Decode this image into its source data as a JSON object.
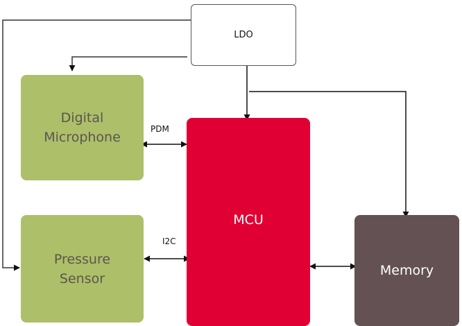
{
  "diagram": {
    "blocks": {
      "ldo": {
        "label": "LDO"
      },
      "digital_microphone": {
        "line1": "Digital",
        "line2": "Microphone"
      },
      "pressure_sensor": {
        "line1": "Pressure",
        "line2": "Sensor"
      },
      "mcu": {
        "label": "MCU"
      },
      "memory": {
        "label": "Memory"
      }
    },
    "connections": {
      "pdm": {
        "label": "PDM",
        "from": "Digital Microphone",
        "to": "MCU",
        "bidirectional": true
      },
      "i2c": {
        "label": "I2C",
        "from": "Pressure Sensor",
        "to": "MCU",
        "bidirectional": true
      },
      "mcu_memory": {
        "label": "",
        "from": "MCU",
        "to": "Memory",
        "bidirectional": true
      },
      "ldo_to_mcu": {
        "from": "LDO",
        "to": "MCU"
      },
      "ldo_to_memory": {
        "from": "LDO",
        "to": "Memory"
      },
      "ldo_to_mic": {
        "from": "LDO",
        "to": "Digital Microphone"
      },
      "ldo_to_pressure": {
        "from": "LDO",
        "to": "Pressure Sensor"
      }
    },
    "colors": {
      "sensor_block": "#adbf69",
      "mcu_block": "#e10034",
      "memory_block": "#635154",
      "ldo_border": "#555555",
      "wire": "#111111"
    }
  }
}
